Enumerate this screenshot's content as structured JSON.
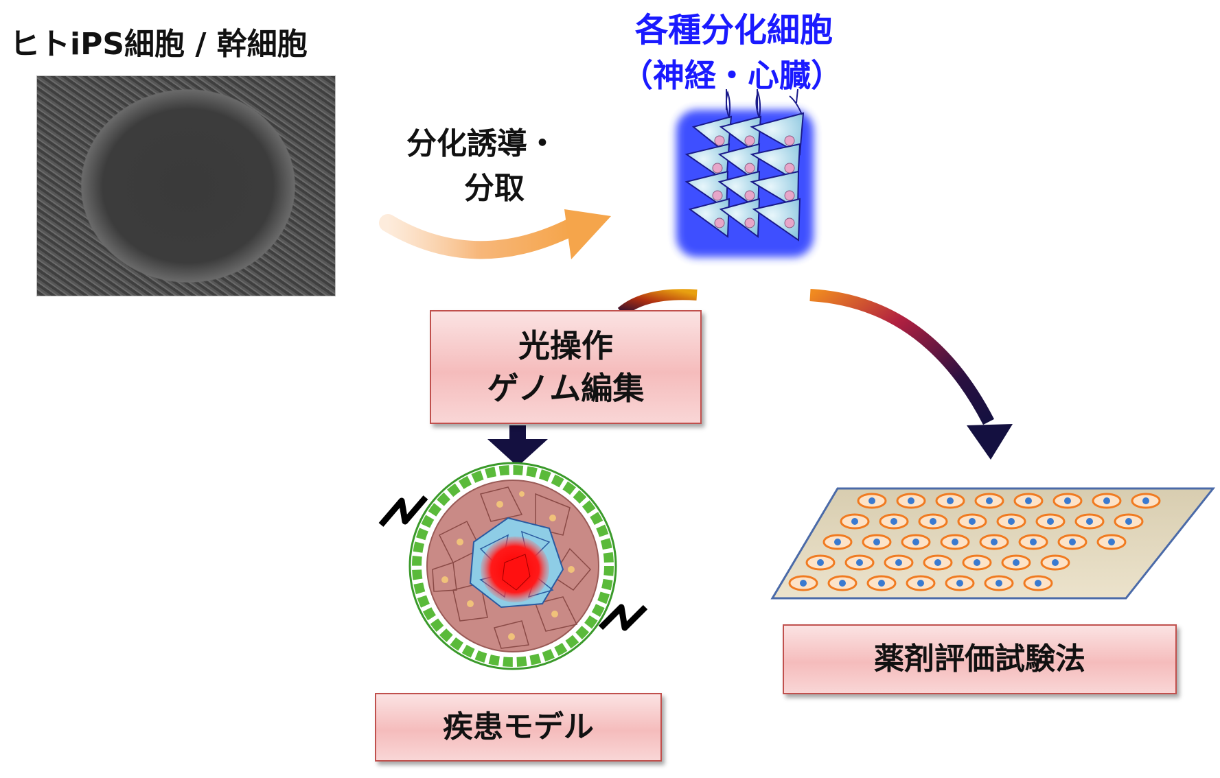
{
  "labels": {
    "stem_cells": "ヒトiPS細胞 / 幹細胞",
    "diff_cells_line1": "各種分化細胞",
    "diff_cells_line2": "（神経・心臓）",
    "induction_line1": "分化誘導・",
    "induction_line2": "分取",
    "optogenetics_line1": "光操作",
    "optogenetics_line2": "ゲノム編集",
    "disease_model": "疾患モデル",
    "drug_test": "薬剤評価試験法"
  },
  "colors": {
    "blue_title": "#1a1aff",
    "box_border": "#c0504d",
    "arrow_dark": "#141040",
    "arrow_warm": "#f5a54b"
  }
}
